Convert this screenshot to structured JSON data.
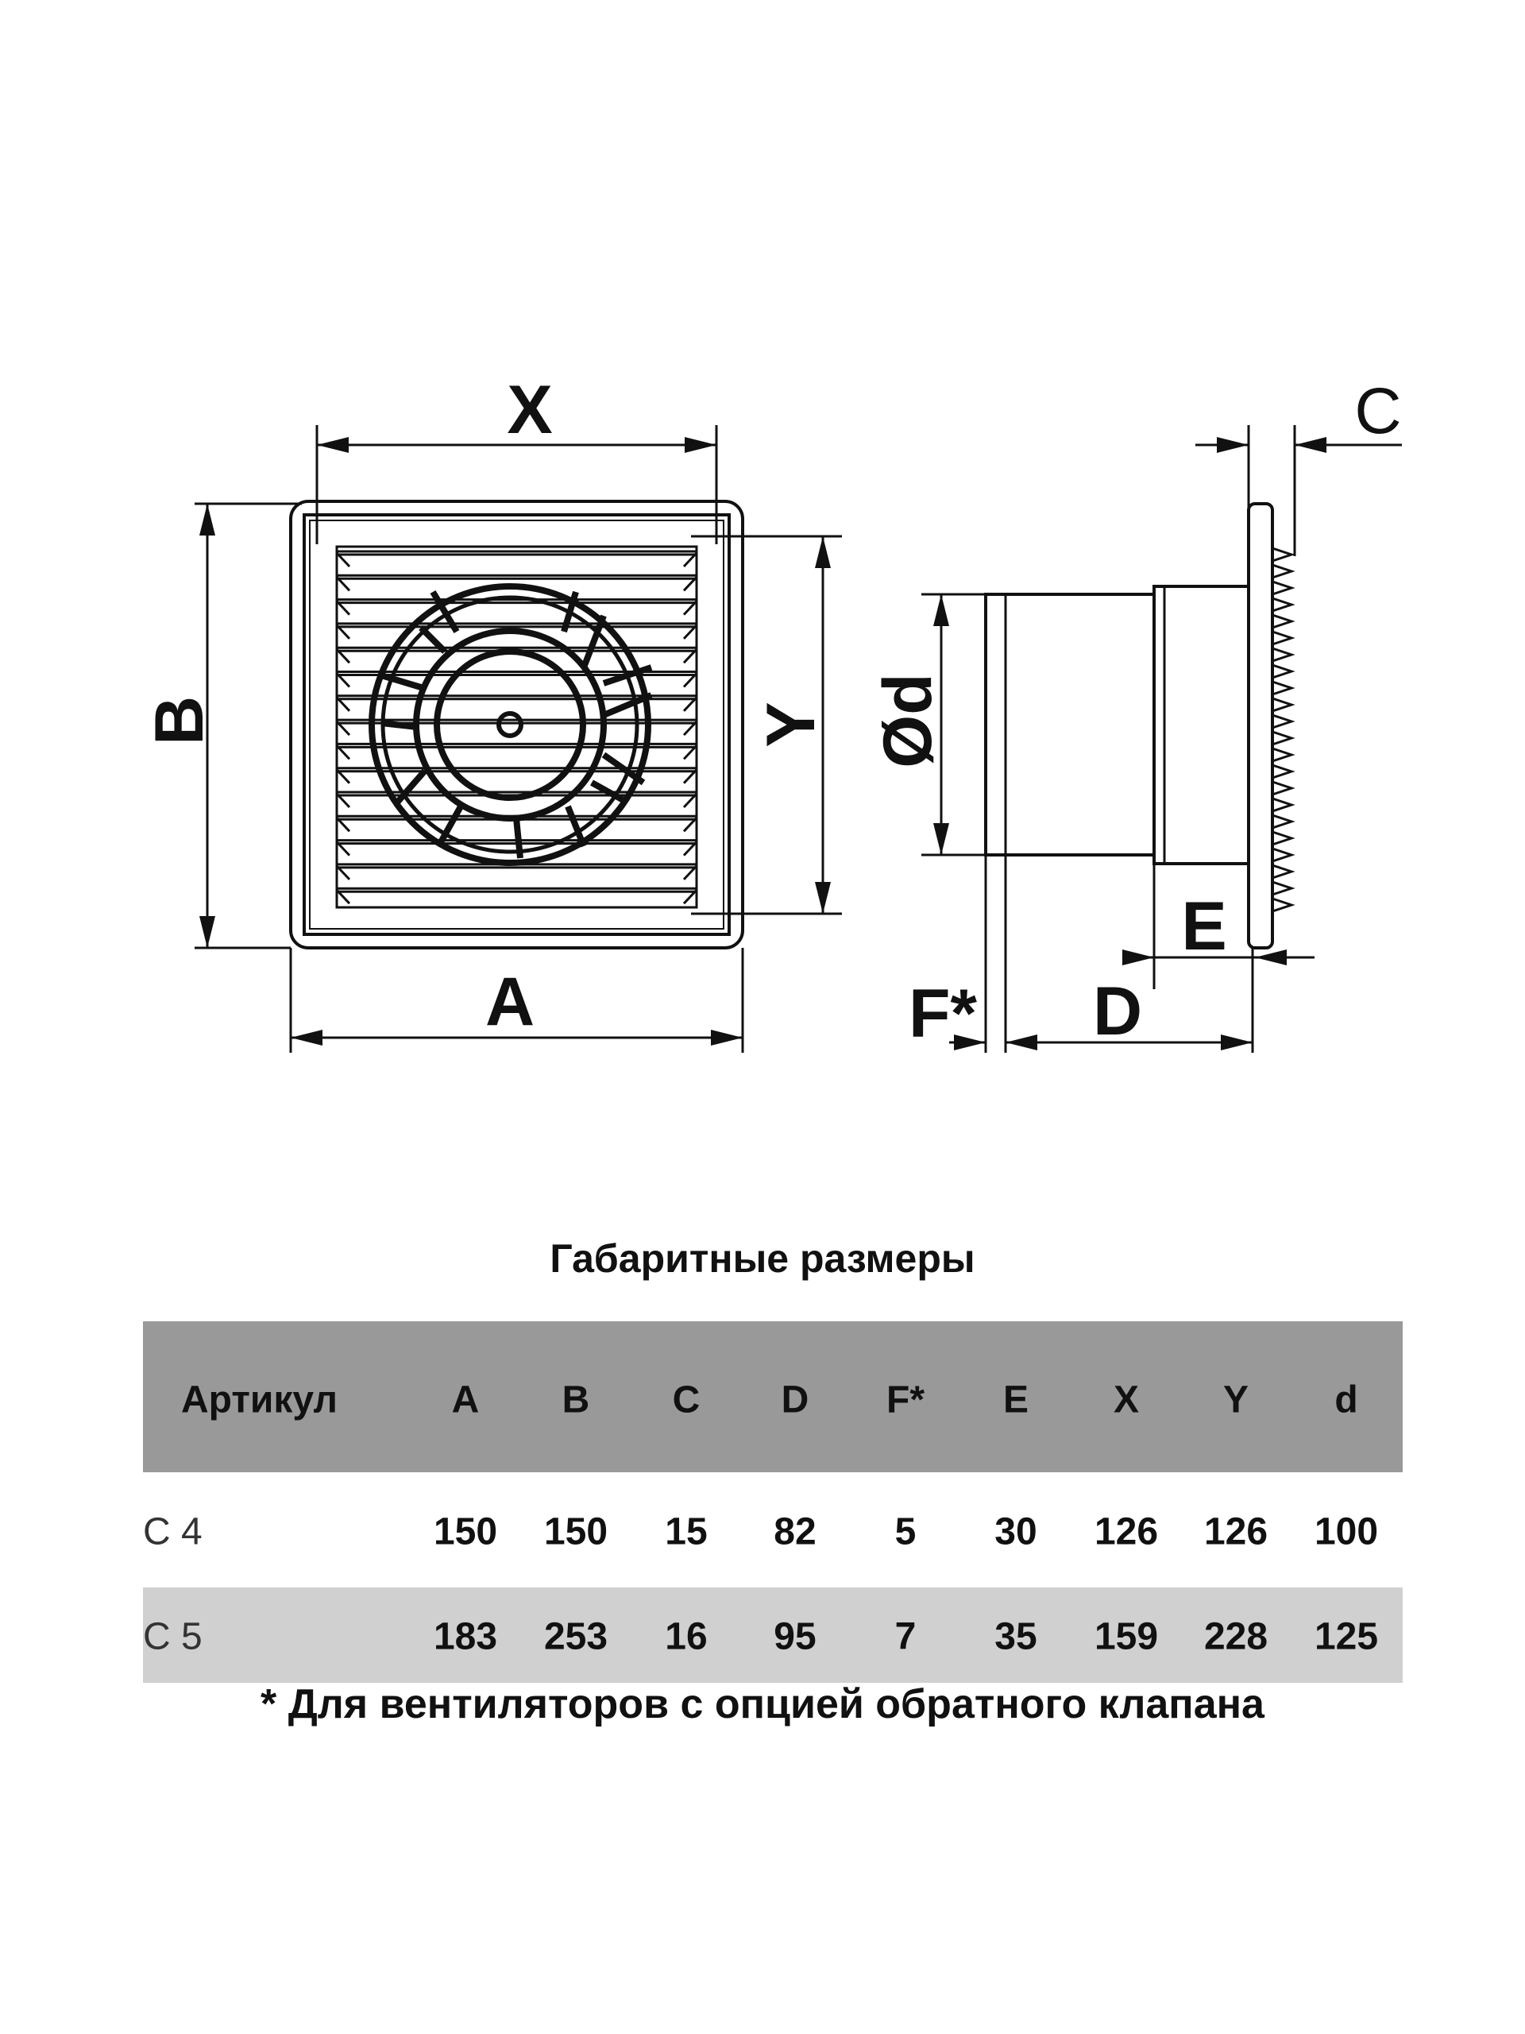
{
  "drawing": {
    "labels": {
      "X": "X",
      "B": "B",
      "A": "A",
      "Y": "Y",
      "d": "Ød",
      "C": "C",
      "E": "E",
      "D": "D",
      "F": "F*"
    }
  },
  "table": {
    "title": "Габаритные размеры",
    "headers": [
      "Артикул",
      "A",
      "B",
      "C",
      "D",
      "F*",
      "E",
      "X",
      "Y",
      "d"
    ],
    "rows": [
      [
        "С 4",
        "150",
        "150",
        "15",
        "82",
        "5",
        "30",
        "126",
        "126",
        "100"
      ],
      [
        "С 5",
        "183",
        "253",
        "16",
        "95",
        "7",
        "35",
        "159",
        "228",
        "125"
      ]
    ],
    "footnote": "* Для вентиляторов с опцией обратного клапана",
    "colors": {
      "header_bg": "#999999",
      "alt_row_bg": "#d0d0d0"
    }
  }
}
